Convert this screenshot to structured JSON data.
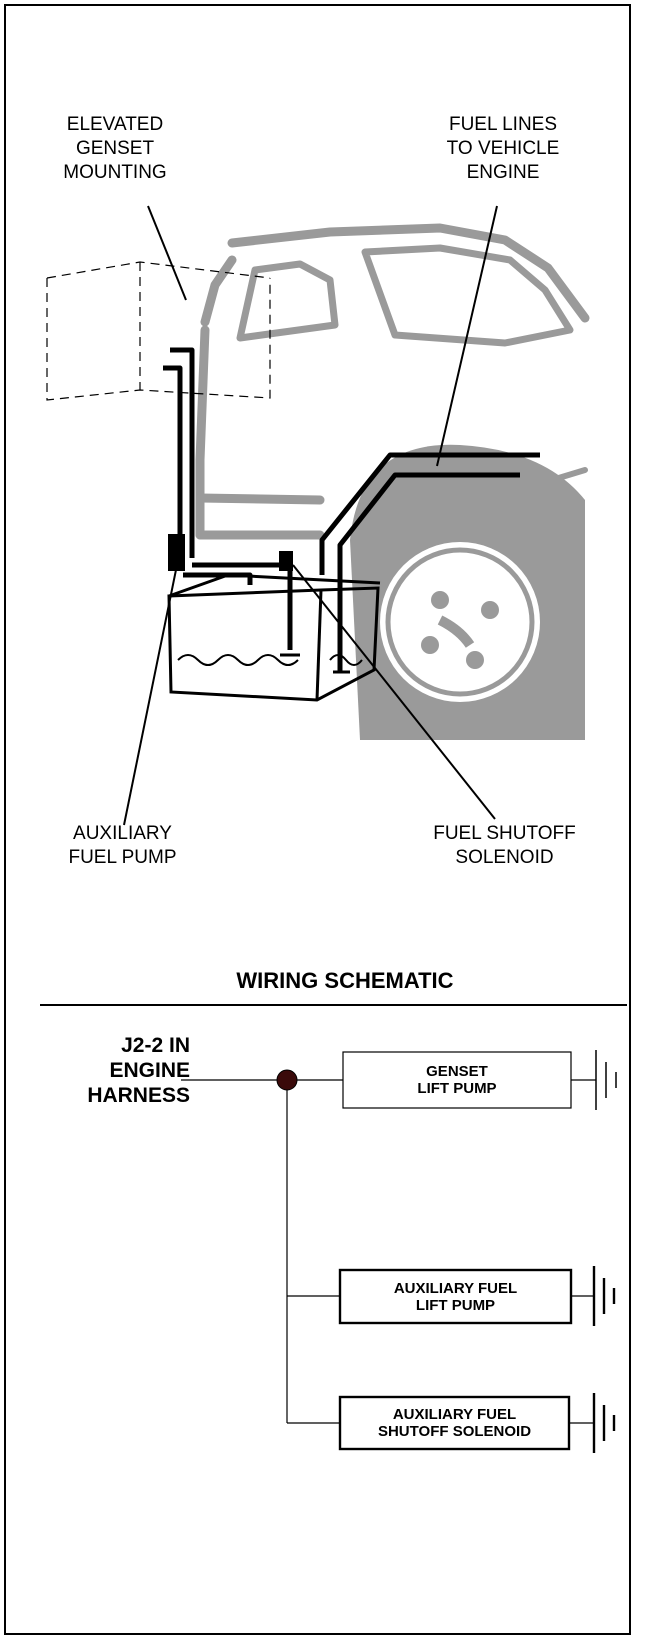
{
  "callouts": {
    "elevated_mounting": "ELEVATED\nGENSET\nMOUNTING",
    "fuel_lines": "FUEL LINES\nTO VEHICLE\nENGINE",
    "aux_pump": "AUXILIARY\nFUEL PUMP",
    "shutoff_solenoid": "FUEL SHUTOFF\nSOLENOID"
  },
  "schematic": {
    "title": "WIRING SCHEMATIC",
    "source": "J2-2 IN\nENGINE\nHARNESS",
    "loads": [
      "GENSET\nLIFT PUMP",
      "AUXILIARY FUEL\nLIFT PUMP",
      "AUXILIARY FUEL\nSHUTOFF SOLENOID"
    ]
  },
  "colors": {
    "line": "#000000",
    "vehicle": "#9a9a9a",
    "junction": "#3a0a0a"
  }
}
